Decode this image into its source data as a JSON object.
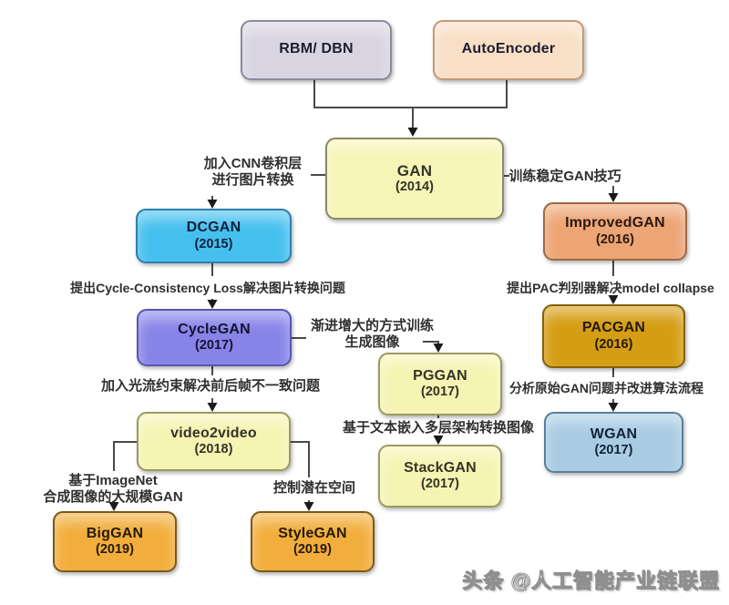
{
  "diagram": {
    "subject": "GAN family evolution flowchart",
    "background_color": "#ffffff",
    "line_color": "#4a4a4a",
    "arrow_color": "#1a1a1a"
  },
  "nodes": [
    {
      "id": "rbm-dbn",
      "label": "RBM/ DBN",
      "year": "",
      "fill": "#d9d4e2",
      "border": "#8b8b9e",
      "text_color": "#1d1d30"
    },
    {
      "id": "autoencoder",
      "label": "AutoEncoder",
      "year": "",
      "fill": "#f8dfc6",
      "border": "#c49a78",
      "text_color": "#1d1d30"
    },
    {
      "id": "gan",
      "label": "GAN",
      "year": "(2014)",
      "fill": "#f6f5b6",
      "border": "#8a8a66",
      "text_color": "#33332a"
    },
    {
      "id": "dcgan",
      "label": "DCGAN",
      "year": "(2015)",
      "fill": "#45c0ee",
      "border": "#2d7fb0",
      "text_color": "#10203d"
    },
    {
      "id": "improvedgan",
      "label": "ImprovedGAN",
      "year": "(2016)",
      "fill": "#eda575",
      "border": "#9c6a47",
      "text_color": "#2a1a10"
    },
    {
      "id": "cyclegan",
      "label": "CycleGAN",
      "year": "(2017)",
      "fill": "#8784e8",
      "border": "#5a55b0",
      "text_color": "#141430"
    },
    {
      "id": "pggan",
      "label": "PGGAN",
      "year": "(2017)",
      "fill": "#f6f4b2",
      "border": "#9a9a62",
      "text_color": "#33332a"
    },
    {
      "id": "pacgan",
      "label": "PACGAN",
      "year": "(2016)",
      "fill": "#d59d14",
      "border": "#84610a",
      "text_color": "#241a06"
    },
    {
      "id": "wgan",
      "label": "WGAN",
      "year": "(2017)",
      "fill": "#a9cce3",
      "border": "#5b7f9e",
      "text_color": "#122238"
    },
    {
      "id": "video2video",
      "label": "video2video",
      "year": "(2018)",
      "fill": "#f6f4b2",
      "border": "#9a9a62",
      "text_color": "#33332a"
    },
    {
      "id": "stackgan",
      "label": "StackGAN",
      "year": "(2017)",
      "fill": "#f6f4b2",
      "border": "#9a9a62",
      "text_color": "#33332a"
    },
    {
      "id": "biggan",
      "label": "BigGAN",
      "year": "(2019)",
      "fill": "#f2ae3c",
      "border": "#7a5a1a",
      "text_color": "#241a06"
    },
    {
      "id": "stylegan",
      "label": "StyleGAN",
      "year": "(2019)",
      "fill": "#f2ae3c",
      "border": "#7a5a1a",
      "text_color": "#241a06"
    }
  ],
  "edge_labels": {
    "cnn": {
      "line1": "加入CNN卷积层",
      "line2": "进行图片转换"
    },
    "stable": {
      "line1": "训练稳定GAN技巧"
    },
    "cycle_loss": {
      "line1": "提出Cycle-Consistency Loss解决图片转换问题"
    },
    "progressive": {
      "line1": "渐进增大的方式训练",
      "line2": "生成图像"
    },
    "pac": {
      "line1": "提出PAC判别器解决model collapse"
    },
    "optical_flow": {
      "line1": "加入光流约束解决前后帧不一致问题"
    },
    "analyze": {
      "line1": "分析原始GAN问题并改进算法流程"
    },
    "text_embed": {
      "line1": "基于文本嵌入多层架构转换图像"
    },
    "imagenet": {
      "line1": "基于ImageNet",
      "line2": "合成图像的大规模GAN"
    },
    "latent": {
      "line1": "控制潜在空间"
    }
  },
  "watermark": {
    "text": "头条 @人工智能产业链联盟"
  }
}
